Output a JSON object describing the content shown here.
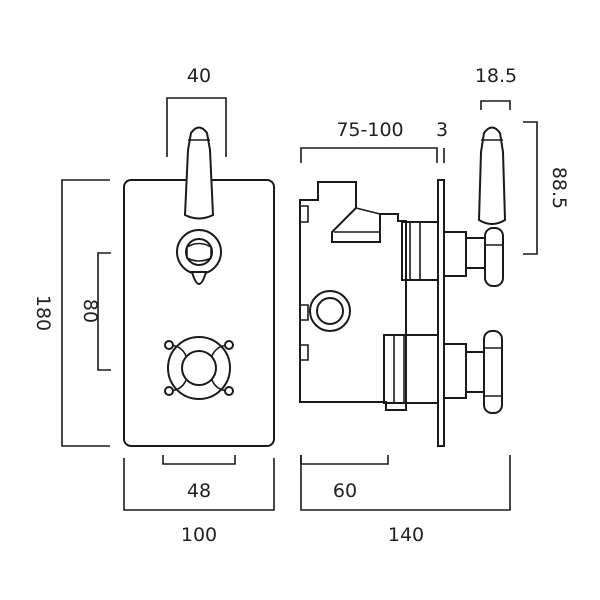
{
  "dimensions": {
    "handle_width": "40",
    "cartridge_gap": "80",
    "plate_height": "180",
    "handle_spacing": "48",
    "plate_width": "100",
    "wall_depth": "75-100",
    "plate_thickness": "3",
    "handle_depth": "18.5",
    "handle_height": "88.5",
    "body_depth": "60",
    "total_depth": "140"
  },
  "colors": {
    "line": "#1a1a1a",
    "background": "#ffffff"
  }
}
